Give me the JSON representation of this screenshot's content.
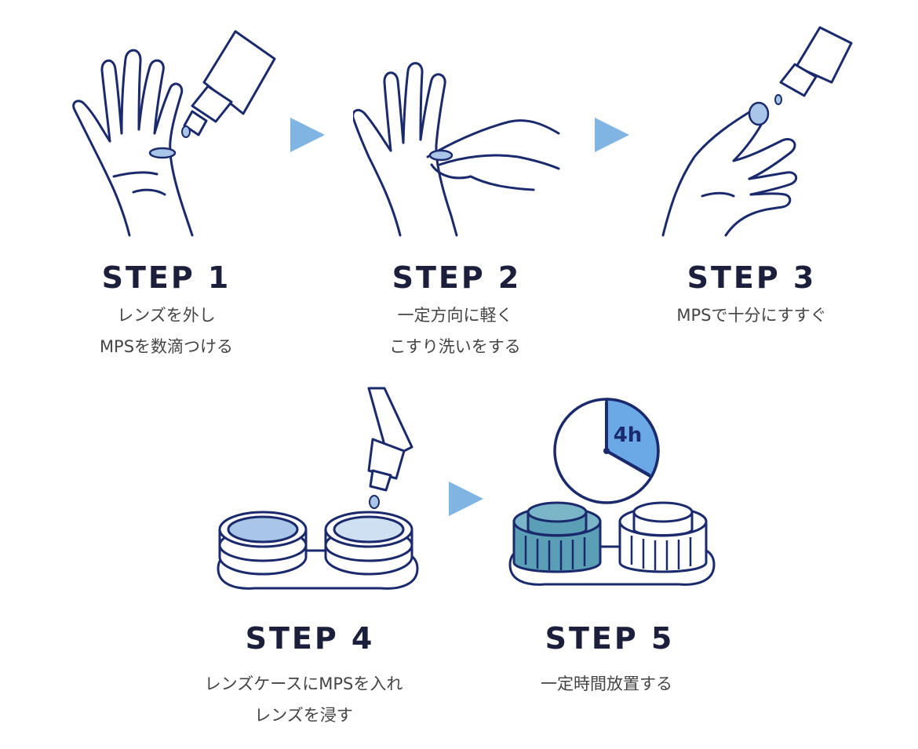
{
  "colors": {
    "line": "#1a2a6c",
    "arrow": "#7fb4e3",
    "lens_fill": "#a9c6e8",
    "cap_teal": "#5a9fb5",
    "clock_fill": "#6aa8e6",
    "title": "#1c1f3c"
  },
  "steps": [
    {
      "title": "STEP 1",
      "desc_lines": [
        "レンズを外し",
        "MPSを数滴つける"
      ]
    },
    {
      "title": "STEP 2",
      "desc_lines": [
        "一定方向に軽く",
        "こすり洗いをする"
      ]
    },
    {
      "title": "STEP 3",
      "desc_lines": [
        "MPSで十分にすすぐ"
      ]
    },
    {
      "title": "STEP 4",
      "desc_lines": [
        "レンズケースにMPSを入れ",
        "レンズを浸す"
      ]
    },
    {
      "title": "STEP 5",
      "desc_lines": [
        "一定時間放置する"
      ]
    }
  ],
  "clock_label": "4h"
}
